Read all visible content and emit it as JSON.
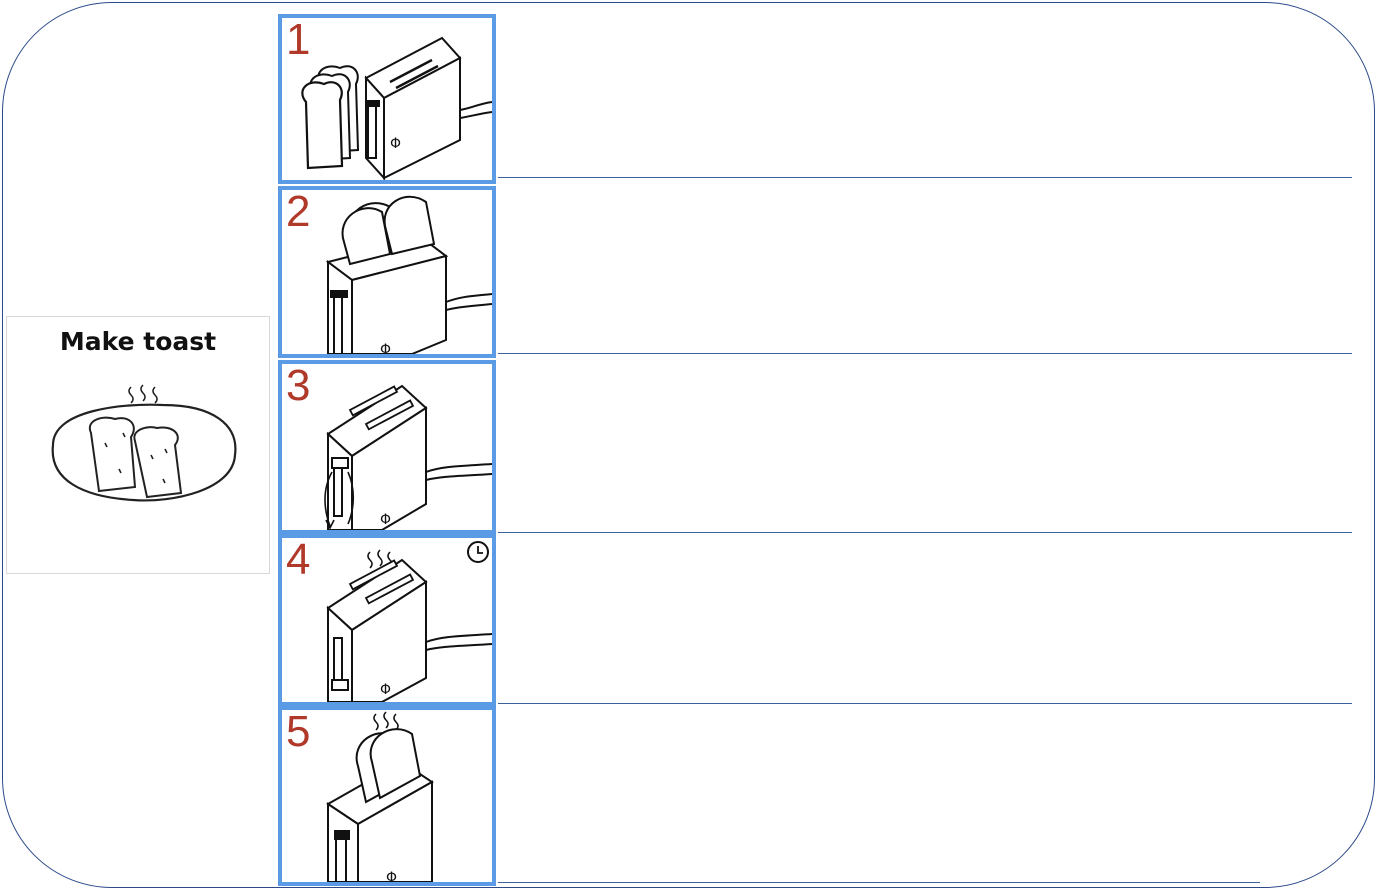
{
  "card": {
    "title": "Make toast",
    "art_icon": "toast-on-plate-icon"
  },
  "steps": [
    {
      "number": "1",
      "icon": "bread-and-toaster-icon"
    },
    {
      "number": "2",
      "icon": "insert-bread-toaster-icon"
    },
    {
      "number": "3",
      "icon": "push-lever-down-icon"
    },
    {
      "number": "4",
      "icon": "toasting-timer-icon"
    },
    {
      "number": "5",
      "icon": "toast-pops-up-icon"
    }
  ],
  "colors": {
    "frame": "#2c4a8a",
    "step_border": "#5b9be6",
    "step_number": "#b0392a",
    "rule": "#3c5f9e"
  }
}
